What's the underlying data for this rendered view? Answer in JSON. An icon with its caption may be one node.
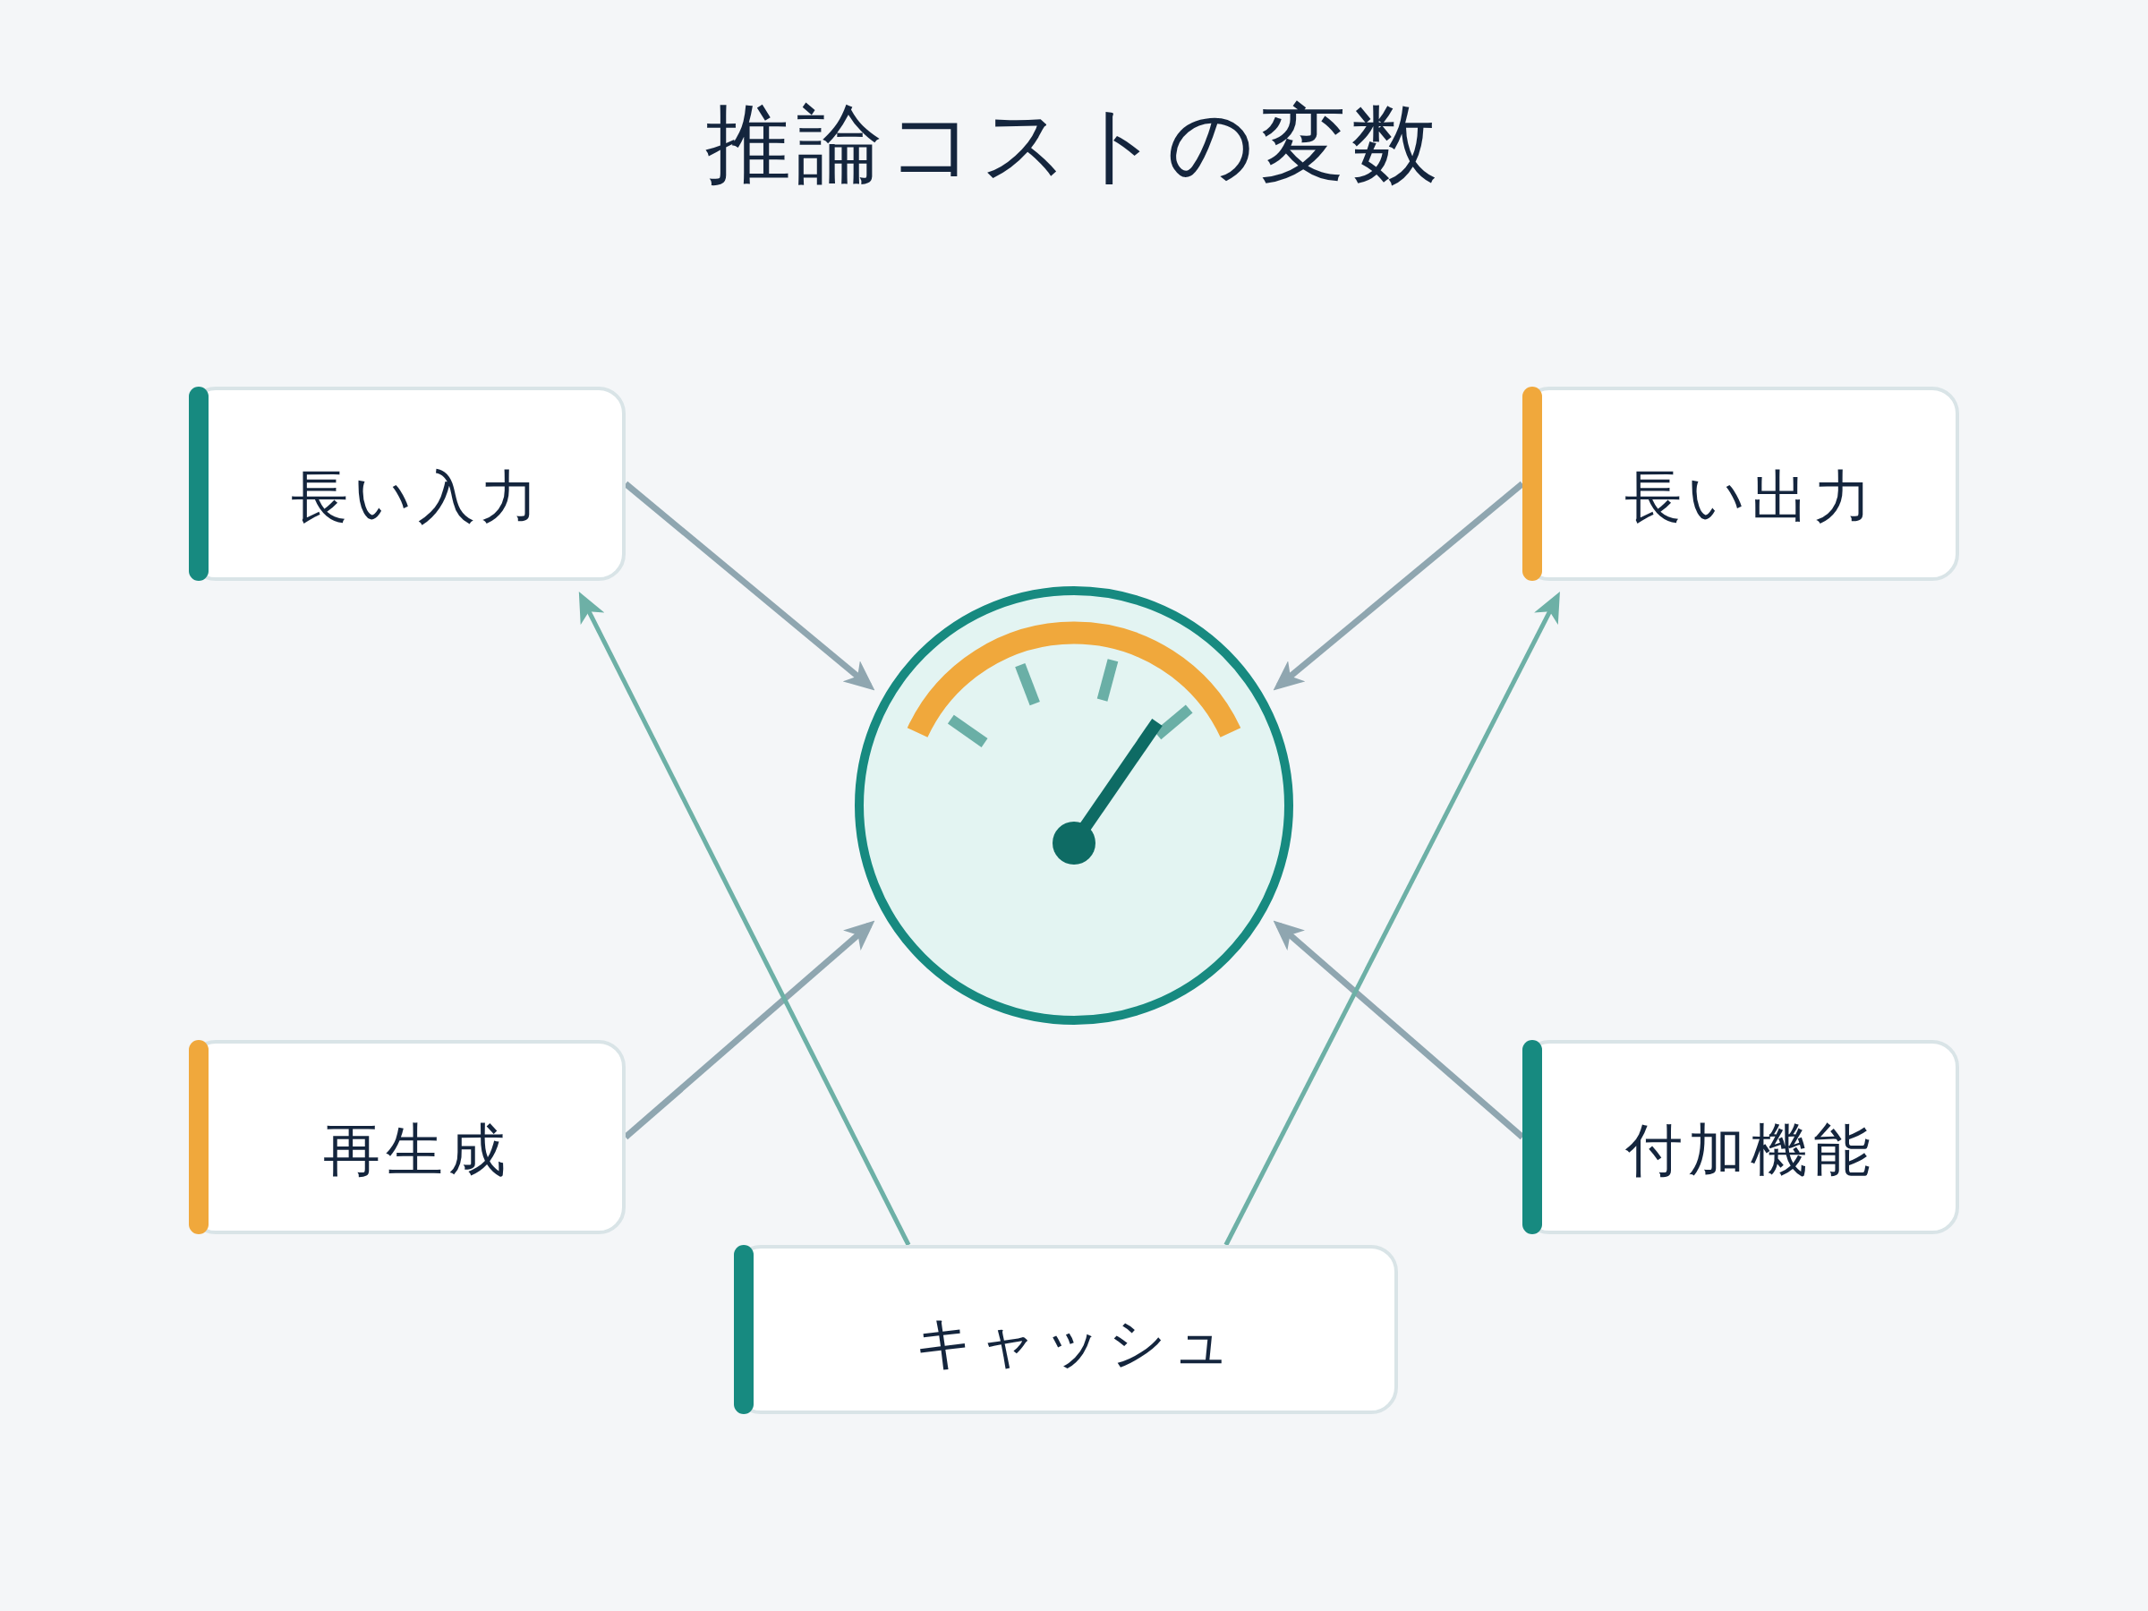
{
  "diagram": {
    "title": "推論コストの変数",
    "nodes": [
      {
        "text": [
          "長い入力"
        ]
      },
      {
        "text": [
          "長い出力"
        ]
      },
      {
        "text": [],
        "shape": "circle"
      },
      {
        "text": [
          "再生成"
        ]
      },
      {
        "text": [
          "付加機能"
        ]
      },
      {
        "text": [
          "キャッシュ"
        ]
      }
    ],
    "edges": [
      {
        "from": 0,
        "to": 2,
        "arrow": "to"
      },
      {
        "from": 1,
        "to": 2,
        "arrow": "to"
      },
      {
        "from": 3,
        "to": 2,
        "arrow": "to"
      },
      {
        "from": 4,
        "to": 2,
        "arrow": "to"
      },
      {
        "from": 5,
        "to": 0,
        "arrow": "to",
        "color": "#6db0a6"
      },
      {
        "from": 5,
        "to": 1,
        "arrow": "to",
        "color": "#6db0a6"
      }
    ]
  }
}
